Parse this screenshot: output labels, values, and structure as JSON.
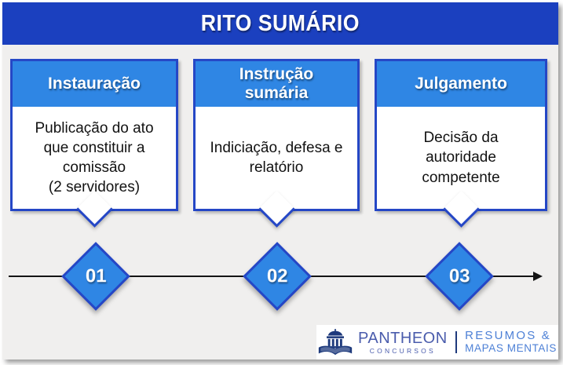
{
  "title": "RITO SUMÁRIO",
  "steps": [
    {
      "number": "01",
      "heading": "Instauração",
      "body": "Publicação do ato\nque constituir a\ncomissão\n(2 servidores)"
    },
    {
      "number": "02",
      "heading": "Instrução\nsumária",
      "body": "Indiciação, defesa e\nrelatório"
    },
    {
      "number": "03",
      "heading": "Julgamento",
      "body": "Decisão da\nautoridade\ncompetente"
    }
  ],
  "logo": {
    "brand": "PANTHEON",
    "brand_sub": "CONCURSOS",
    "tagline_line1": "RESUMOS &",
    "tagline_line2": "MAPAS MENTAIS",
    "icon": "pantheon-temple-book-icon"
  },
  "colors": {
    "title_bar_blue": "#1b40bf",
    "box_header_blue": "#2f86e4",
    "border_blue": "#2547c6",
    "canvas_gray": "#f0efee",
    "timeline_black": "#141414",
    "logo_navy": "#1e3a7c",
    "logo_brand_blue": "#4a5cac",
    "logo_tagline_blue": "#4d80d6"
  }
}
